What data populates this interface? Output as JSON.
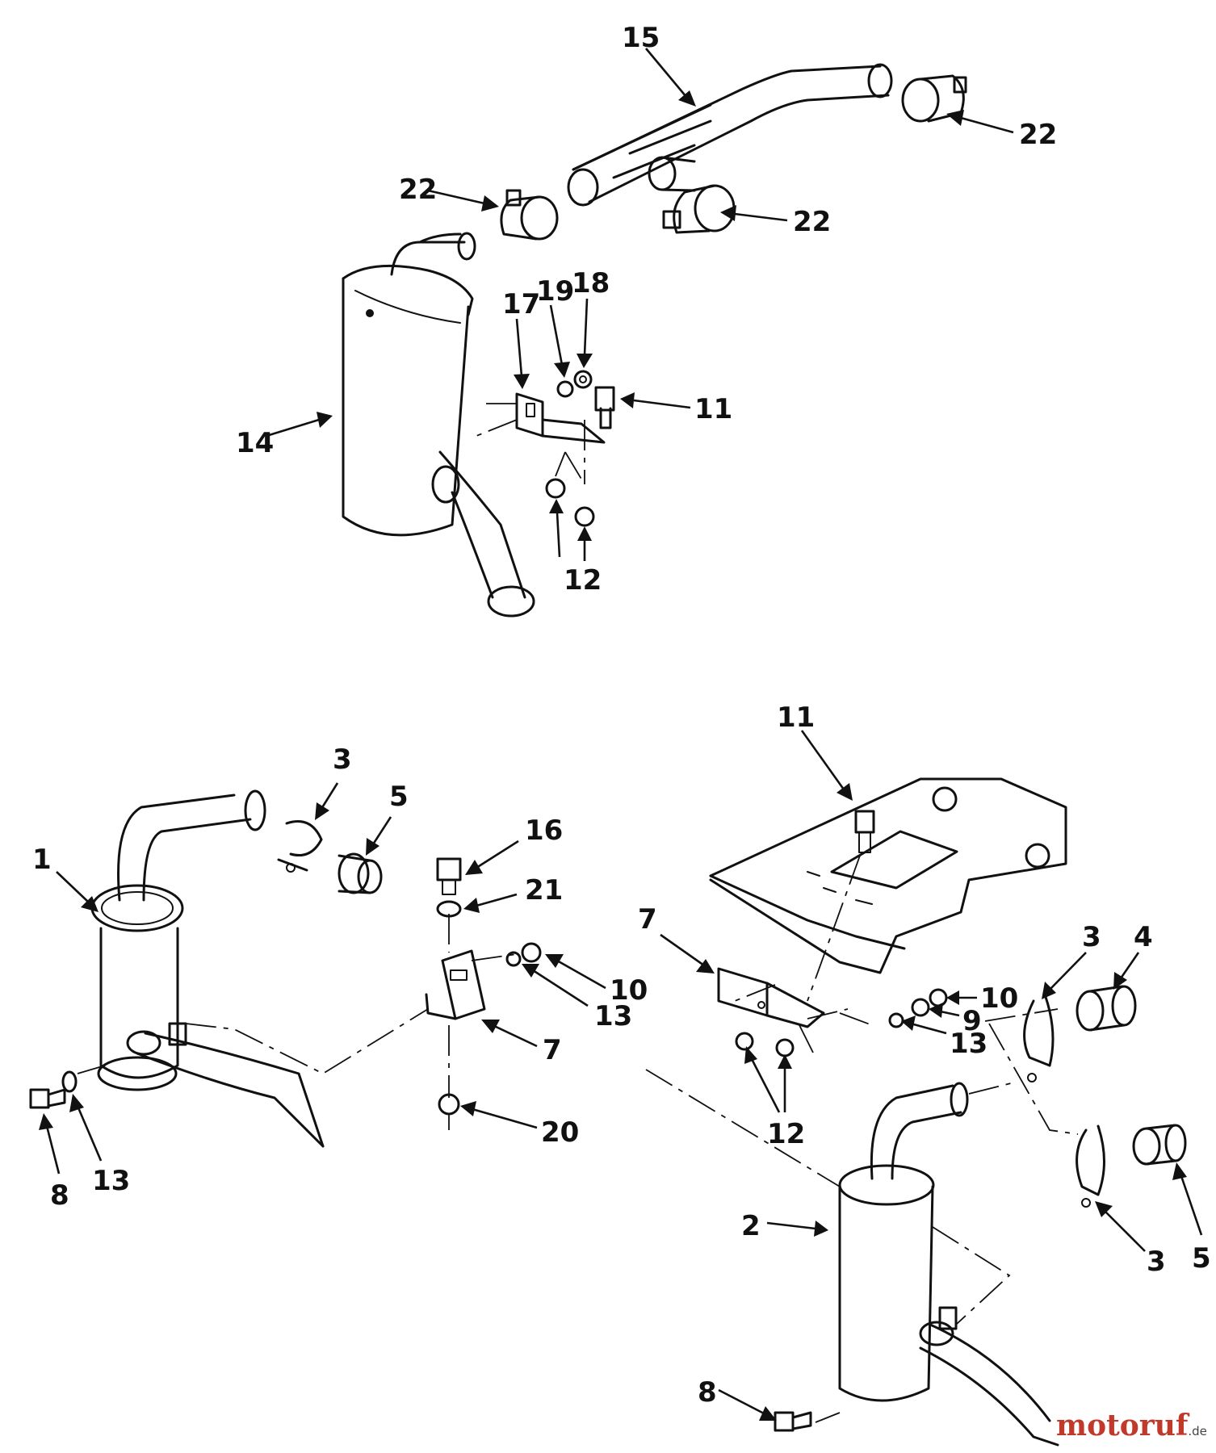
{
  "callouts": [
    {
      "id": "c-15-top",
      "label": "15"
    },
    {
      "id": "c-22-topright",
      "label": "22"
    },
    {
      "id": "c-22-left",
      "label": "22"
    },
    {
      "id": "c-22-mid",
      "label": "22"
    },
    {
      "id": "c-19",
      "label": "19"
    },
    {
      "id": "c-18",
      "label": "18"
    },
    {
      "id": "c-17",
      "label": "17"
    },
    {
      "id": "c-11-top",
      "label": "11"
    },
    {
      "id": "c-14",
      "label": "14"
    },
    {
      "id": "c-12-top",
      "label": "12"
    },
    {
      "id": "c-11-right",
      "label": "11"
    },
    {
      "id": "c-3-left",
      "label": "3"
    },
    {
      "id": "c-5-left",
      "label": "5"
    },
    {
      "id": "c-1",
      "label": "1"
    },
    {
      "id": "c-16",
      "label": "16"
    },
    {
      "id": "c-21",
      "label": "21"
    },
    {
      "id": "c-10-left",
      "label": "10"
    },
    {
      "id": "c-13-mid",
      "label": "13"
    },
    {
      "id": "c-7-left",
      "label": "7"
    },
    {
      "id": "c-20",
      "label": "20"
    },
    {
      "id": "c-8-left",
      "label": "8"
    },
    {
      "id": "c-13-left",
      "label": "13"
    },
    {
      "id": "c-7-right",
      "label": "7"
    },
    {
      "id": "c-3-right-top",
      "label": "3"
    },
    {
      "id": "c-4",
      "label": "4"
    },
    {
      "id": "c-10-right",
      "label": "10"
    },
    {
      "id": "c-9",
      "label": "9"
    },
    {
      "id": "c-13-right",
      "label": "13"
    },
    {
      "id": "c-12-right",
      "label": "12"
    },
    {
      "id": "c-2",
      "label": "2"
    },
    {
      "id": "c-5-right",
      "label": "5"
    },
    {
      "id": "c-3-right-bottom",
      "label": "3"
    },
    {
      "id": "c-8-right",
      "label": "8"
    }
  ],
  "watermark": {
    "text": "motoruf",
    "suffix": ".de"
  },
  "colors": {
    "line": "#111111",
    "background": "#ffffff"
  }
}
